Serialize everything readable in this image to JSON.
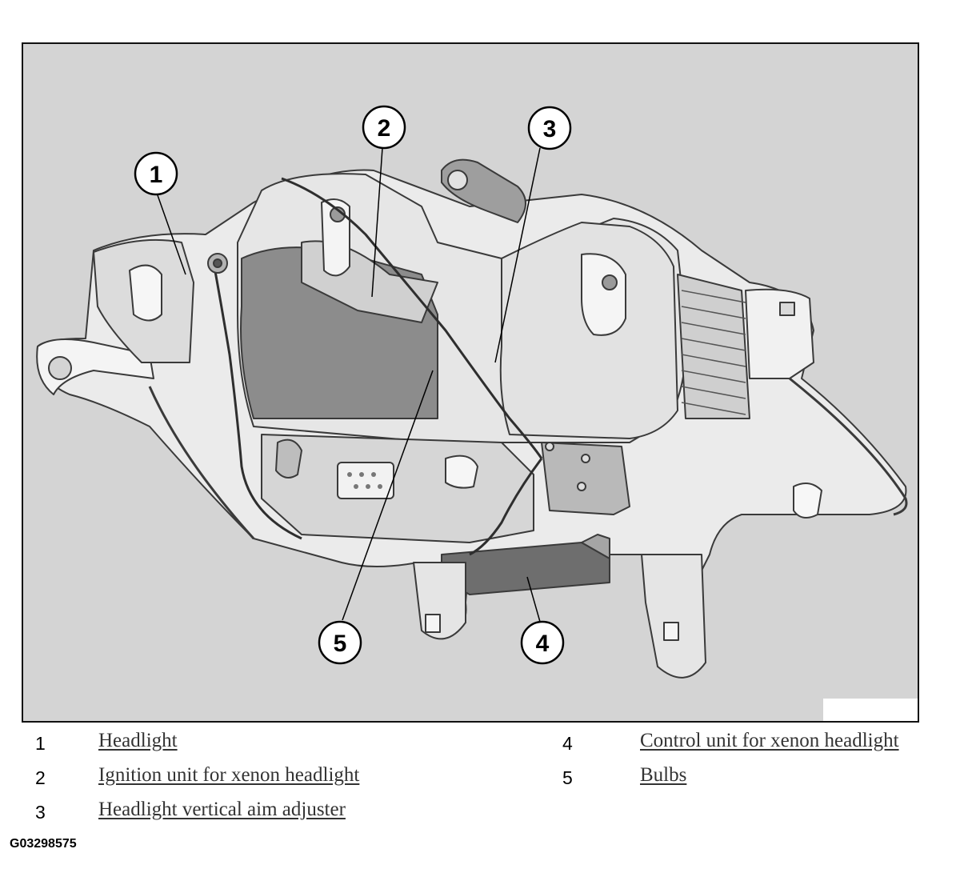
{
  "figure": {
    "callouts": [
      "1",
      "2",
      "3",
      "4",
      "5"
    ],
    "code": "G03298575"
  },
  "legend": [
    {
      "num": "1",
      "label": "Headlight"
    },
    {
      "num": "2",
      "label": "Ignition unit for xenon headlight"
    },
    {
      "num": "3",
      "label": "Headlight vertical aim adjuster"
    },
    {
      "num": "4",
      "label": "Control unit for xenon headlight"
    },
    {
      "num": "5",
      "label": "Bulbs"
    }
  ]
}
